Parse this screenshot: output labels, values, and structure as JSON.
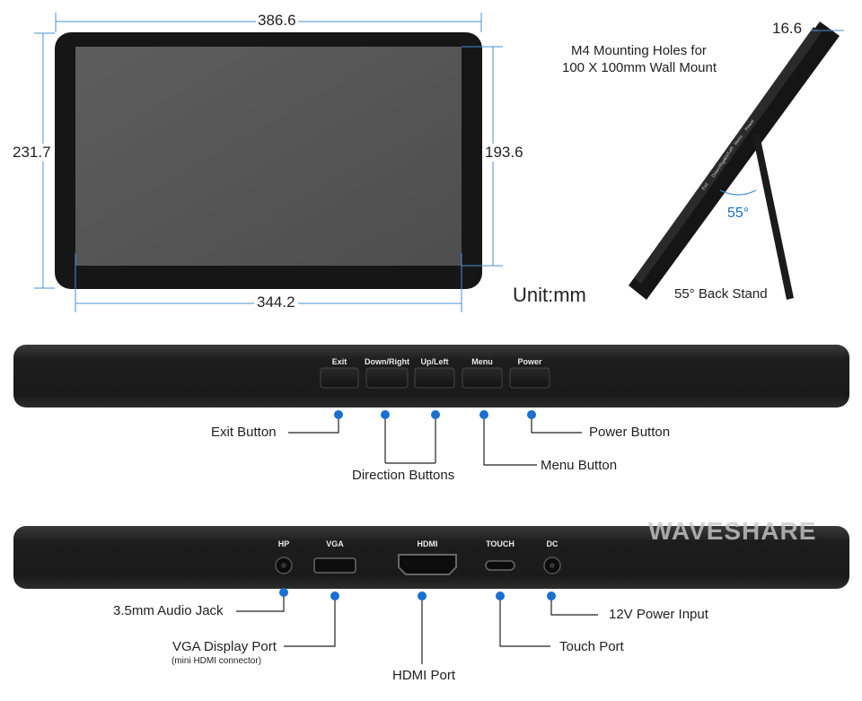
{
  "front_view": {
    "width_top": "386.6",
    "height_left": "231.7",
    "height_right": "193.6",
    "width_bottom": "344.2",
    "unit": "Unit:mm"
  },
  "side_view": {
    "thickness": "16.6",
    "mount_note_line1": "M4 Mounting Holes for",
    "mount_note_line2": "100 X 100mm Wall Mount",
    "angle": "55°",
    "stand_label": "55° Back Stand"
  },
  "top_edge": {
    "button_labels": [
      "Exit",
      "Down/Right",
      "Up/Left",
      "Menu",
      "Power"
    ],
    "callouts": {
      "exit": "Exit Button",
      "direction": "Direction Buttons",
      "menu": "Menu Button",
      "power": "Power Button"
    }
  },
  "bottom_edge": {
    "port_labels": [
      "HP",
      "VGA",
      "HDMI",
      "TOUCH",
      "DC"
    ],
    "callouts": {
      "audio": "3.5mm Audio Jack",
      "vga": "VGA Display Port",
      "vga_note": "(mini HDMI connector)",
      "hdmi": "HDMI Port",
      "touch": "Touch Port",
      "dc": "12V Power Input"
    },
    "brand": "WAVESHARE"
  },
  "colors": {
    "accent_dot": "#1a6fd1",
    "bezel": "#141414",
    "screen": "#555555",
    "dim_line": "#4a8fd6"
  }
}
